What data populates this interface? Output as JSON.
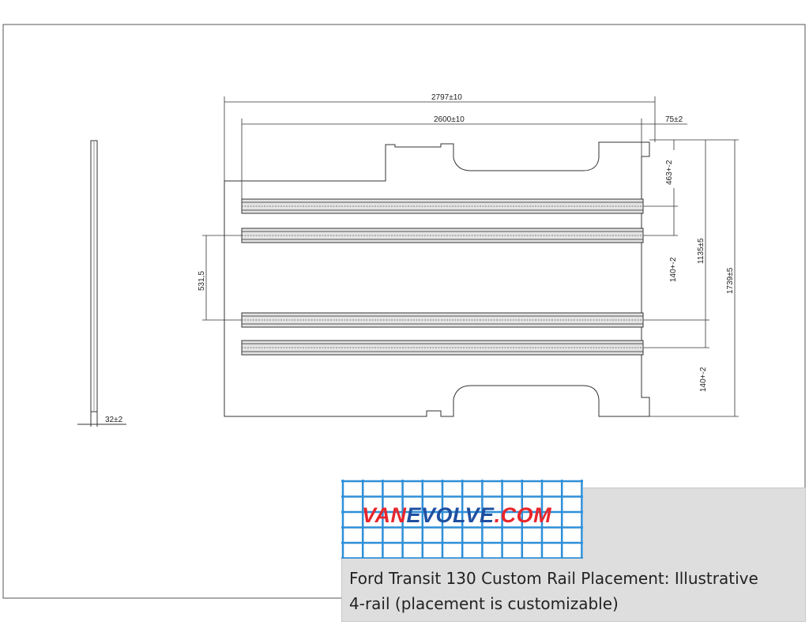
{
  "dimensions": {
    "overall_length": "2797±10",
    "rail_length": "2600±10",
    "end_offset": "75±2",
    "first_rail_offset": "463+-2",
    "inner_rail_span": "1135±5",
    "overall_width": "1739±5",
    "upper_rail_gap": "140+-2",
    "lower_rail_gap": "140+-2",
    "middle_gap": "531,5",
    "thickness": "32±2"
  },
  "logo": {
    "parts": [
      {
        "text": "VAN",
        "color": "#e8262c"
      },
      {
        "text": "EVOLVE",
        "color": "#1f4fa0"
      },
      {
        "text": ".COM",
        "color": "#e8262c"
      }
    ],
    "grid_color": "#2f8fd8"
  },
  "caption": {
    "line1": "Ford Transit 130 Custom Rail Placement: Illustrative",
    "line2": "4-rail (placement is customizable)"
  }
}
